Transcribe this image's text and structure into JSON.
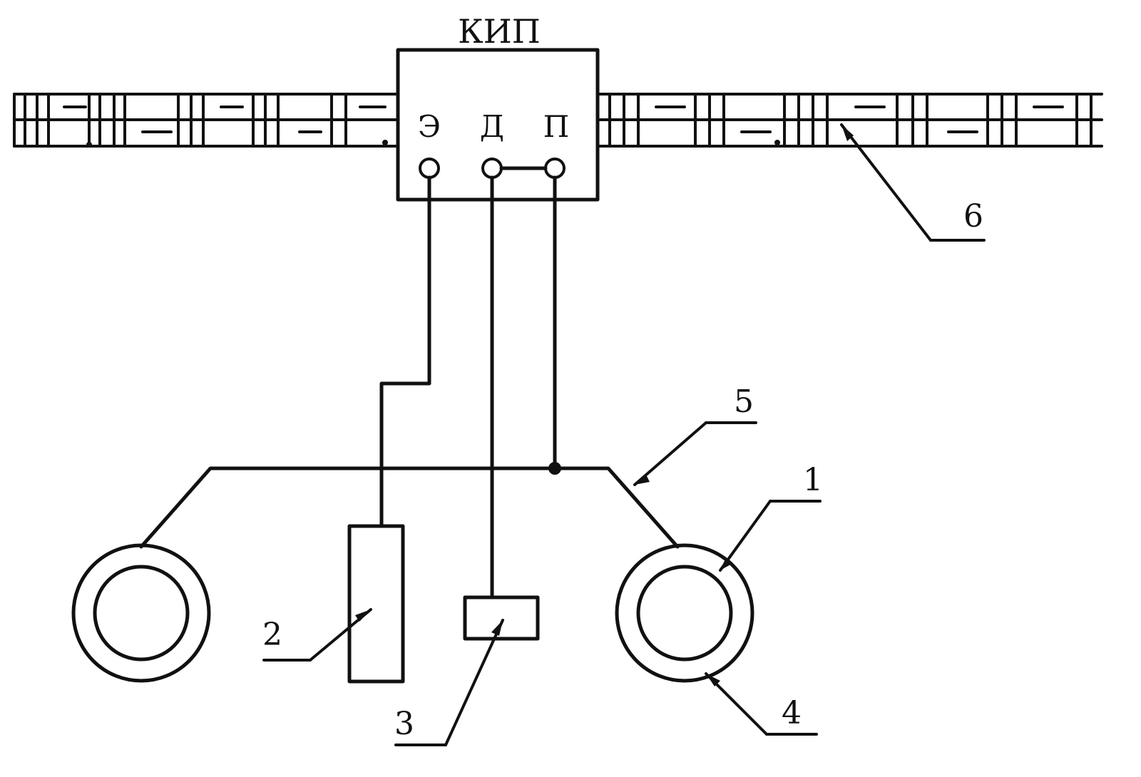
{
  "diagram": {
    "box_title": "КИП",
    "terminals": {
      "electrode": "Э",
      "sensor": "Д",
      "pipe": "П"
    },
    "callouts": {
      "c1": "1",
      "c2": "2",
      "c3": "3",
      "c4": "4",
      "c5": "5",
      "c6": "6"
    },
    "colors": {
      "stroke": "#111111",
      "background": "#ffffff"
    }
  }
}
